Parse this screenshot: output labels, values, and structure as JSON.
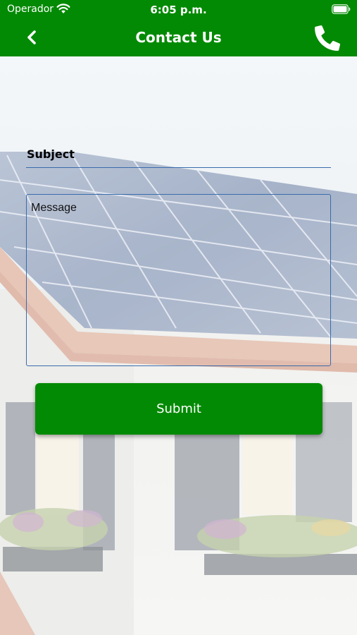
{
  "status_bar": {
    "carrier": "Operador",
    "time": "6:05 p.m."
  },
  "nav": {
    "title": "Contact Us",
    "back_icon": "chevron-left-icon",
    "call_icon": "phone-icon"
  },
  "form": {
    "subject_placeholder": "Subject",
    "message_placeholder": "Message",
    "submit_label": "Submit"
  },
  "colors": {
    "brand_green": "#038a04",
    "field_border": "#3a6bab"
  }
}
